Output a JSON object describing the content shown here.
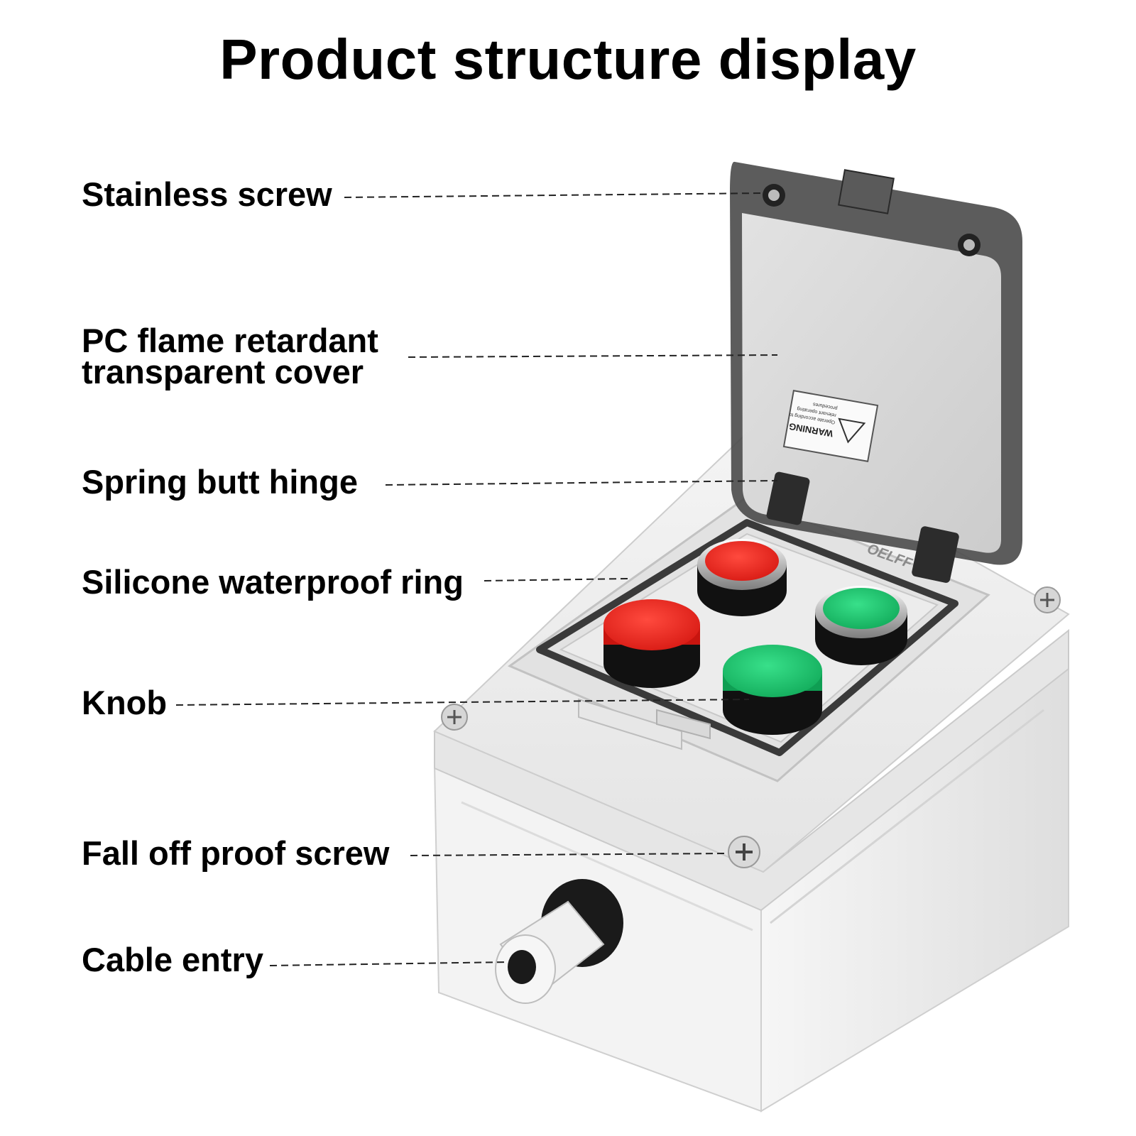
{
  "title": "Product structure display",
  "labels": {
    "stainless_screw": "Stainless screw",
    "cover_line1": "PC flame retardant",
    "cover_line2": "transparent cover",
    "hinge": "Spring butt hinge",
    "ring": "Silicone waterproof ring",
    "knob": "Knob",
    "fall_off_screw": "Fall off proof screw",
    "cable_entry": "Cable entry"
  },
  "product": {
    "brand": "OELFF",
    "warning_title": "WARNING",
    "warning_line1": "Operate according to",
    "warning_line2": "relevant operating",
    "warning_line3": "procedures"
  },
  "colors": {
    "red_button": "#e3231d",
    "green_button": "#1fc46a",
    "housing": "#eeeeee",
    "cover_frame": "#3c3c3c"
  }
}
